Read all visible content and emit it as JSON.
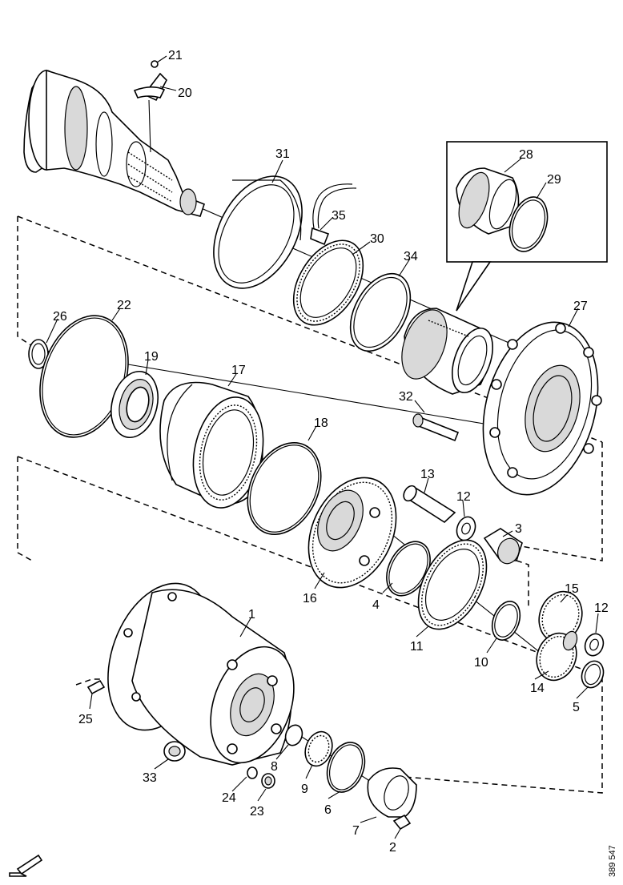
{
  "callouts": [
    {
      "id": "21",
      "label": "21"
    },
    {
      "id": "20",
      "label": "20"
    },
    {
      "id": "31",
      "label": "31"
    },
    {
      "id": "35",
      "label": "35"
    },
    {
      "id": "30",
      "label": "30"
    },
    {
      "id": "34",
      "label": "34"
    },
    {
      "id": "28",
      "label": "28"
    },
    {
      "id": "29",
      "label": "29"
    },
    {
      "id": "27",
      "label": "27"
    },
    {
      "id": "26",
      "label": "26"
    },
    {
      "id": "22",
      "label": "22"
    },
    {
      "id": "19",
      "label": "19"
    },
    {
      "id": "17",
      "label": "17"
    },
    {
      "id": "18",
      "label": "18"
    },
    {
      "id": "32",
      "label": "32"
    },
    {
      "id": "13",
      "label": "13"
    },
    {
      "id": "12a",
      "label": "12"
    },
    {
      "id": "3",
      "label": "3"
    },
    {
      "id": "16",
      "label": "16"
    },
    {
      "id": "4",
      "label": "4"
    },
    {
      "id": "11",
      "label": "11"
    },
    {
      "id": "10",
      "label": "10"
    },
    {
      "id": "15",
      "label": "15"
    },
    {
      "id": "12b",
      "label": "12"
    },
    {
      "id": "14",
      "label": "14"
    },
    {
      "id": "5",
      "label": "5"
    },
    {
      "id": "1",
      "label": "1"
    },
    {
      "id": "25",
      "label": "25"
    },
    {
      "id": "33",
      "label": "33"
    },
    {
      "id": "8",
      "label": "8"
    },
    {
      "id": "9",
      "label": "9"
    },
    {
      "id": "24",
      "label": "24"
    },
    {
      "id": "23",
      "label": "23"
    },
    {
      "id": "6",
      "label": "6"
    },
    {
      "id": "7",
      "label": "7"
    },
    {
      "id": "2",
      "label": "2"
    }
  ],
  "drawing_number": "389 547",
  "icons": {
    "direction": "arrow-icon"
  }
}
